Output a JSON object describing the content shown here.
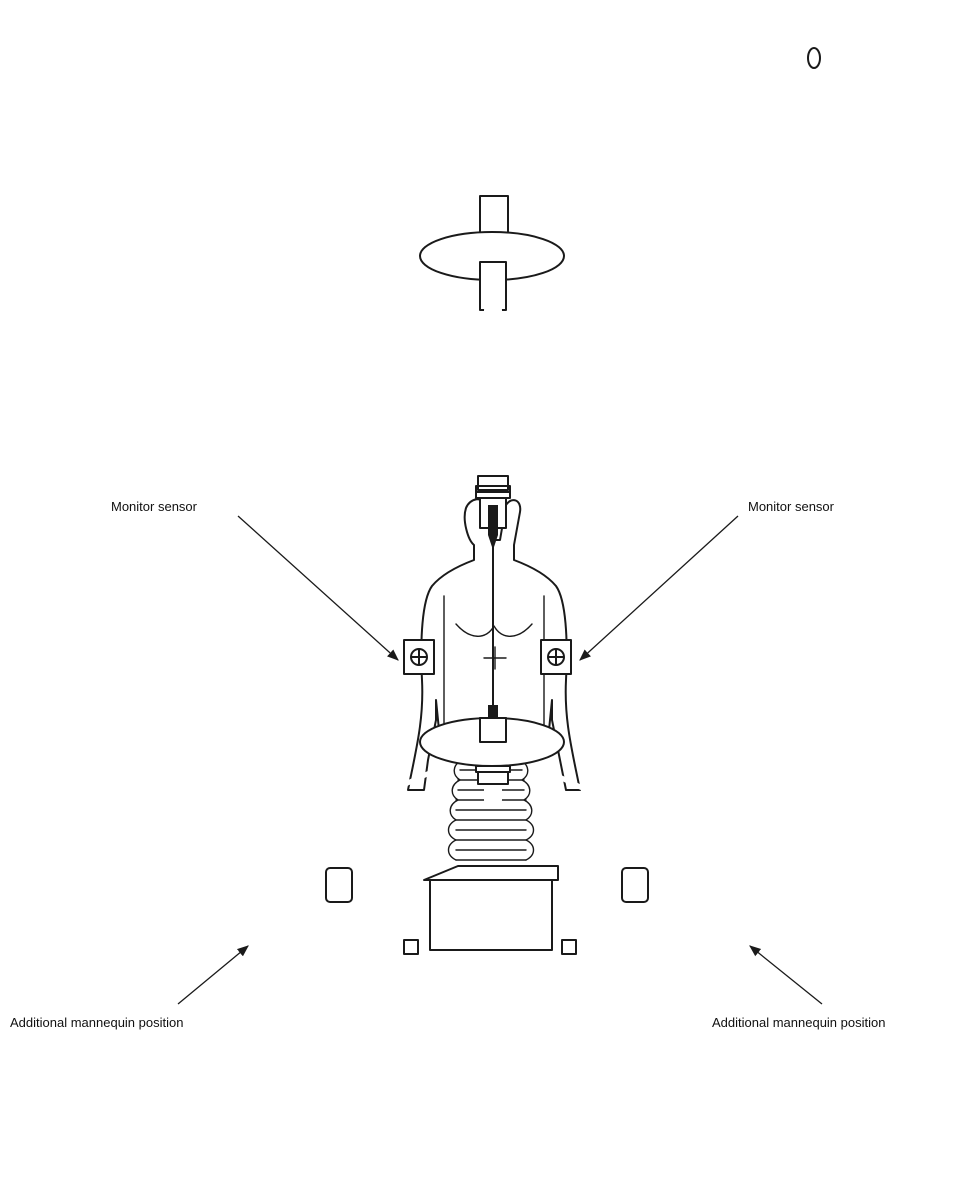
{
  "labels": {
    "monitor_sensor_left": "Monitor sensor",
    "monitor_sensor_right": "Monitor sensor",
    "additional_position_left": "Additional mannequin position",
    "additional_position_right": "Additional mannequin position"
  },
  "colors": {
    "line": "#1a1a1a",
    "background": "#ffffff"
  }
}
